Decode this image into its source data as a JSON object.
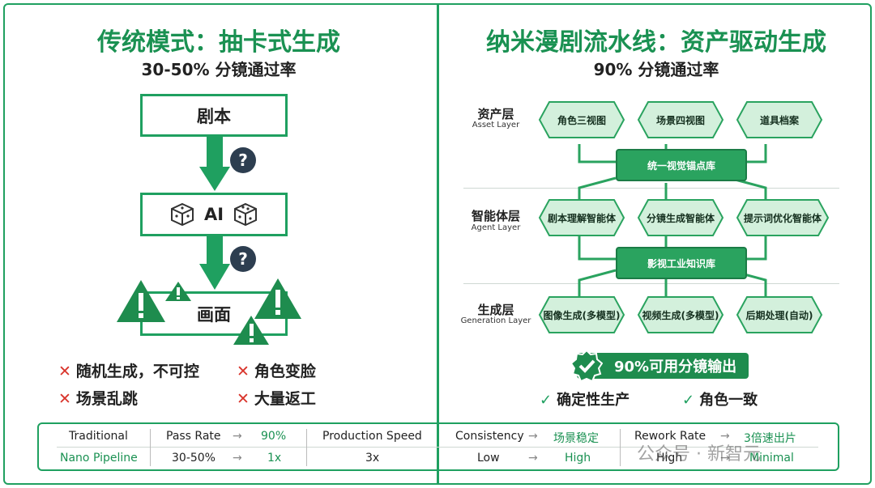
{
  "left": {
    "title": "传统模式：抽卡式生成",
    "subtitle": "30-50% 分镜通过率",
    "script_box": "剧本",
    "ai_box": "AI",
    "output_box": "画面",
    "question_mark": "?",
    "flaws": [
      "随机生成，不可控",
      "角色变脸",
      "场景乱跳",
      "大量返工"
    ],
    "flaw_mark": "✕"
  },
  "right": {
    "title": "纳米漫剧流水线：资产驱动生成",
    "subtitle": "90% 分镜通过率",
    "layers": [
      {
        "cn": "资产层",
        "en": "Asset Layer",
        "items": [
          "角色三视图",
          "场景四视图",
          "道具档案"
        ],
        "hub": "统一视觉锚点库"
      },
      {
        "cn": "智能体层",
        "en": "Agent Layer",
        "items": [
          "剧本理解智能体",
          "分镜生成智能体",
          "提示词优化智能体"
        ],
        "hub": "影视工业知识库"
      },
      {
        "cn": "生成层",
        "en": "Generation Layer",
        "items": [
          "图像生成(多模型)",
          "视频生成(多模型)",
          "后期处理(自动)"
        ]
      }
    ],
    "result": "90%可用分镜输出",
    "benefits": [
      "确定性生产",
      "角色一致"
    ],
    "check_mark": "✓"
  },
  "table": {
    "row1": [
      "Traditional",
      "Pass Rate",
      "→",
      "90%",
      "Production Speed",
      "Consistency",
      "→",
      "场景稳定",
      "Rework Rate",
      "→",
      "3倍速出片"
    ],
    "row2": [
      "Nano Pipeline",
      "30-50%",
      "→",
      "1x",
      "3x",
      "Low",
      "→",
      "High",
      "High",
      "→",
      "Minimal"
    ]
  },
  "watermark": "公众号 · 新智元",
  "colors": {
    "accent": "#1fa060",
    "dark_green": "#1e8c4e",
    "warning": "#d9342b",
    "question": "#2d3e50"
  }
}
